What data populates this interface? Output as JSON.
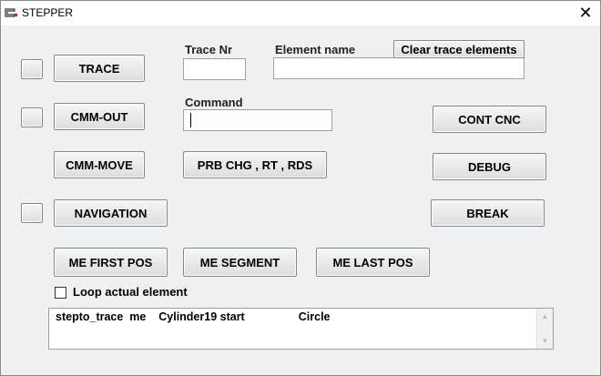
{
  "window": {
    "title": "STEPPER",
    "close_glyph": "✕"
  },
  "icons": {
    "app": "app-window-icon",
    "close": "close-icon"
  },
  "buttons": {
    "clear_trace": "Clear trace elements",
    "trace": "TRACE",
    "cmm_out": "CMM-OUT",
    "cmm_move": "CMM-MOVE",
    "prb_chg": "PRB CHG , RT , RDS",
    "navigation": "NAVIGATION",
    "cont_cnc": "CONT CNC",
    "debug": "DEBUG",
    "break": "BREAK",
    "me_first_pos": "ME FIRST POS",
    "me_segment": "ME SEGMENT",
    "me_last_pos": "ME LAST POS"
  },
  "fields": {
    "trace_nr": {
      "label": "Trace Nr",
      "value": ""
    },
    "element_name": {
      "label": "Element name",
      "value": ""
    },
    "command": {
      "label": "Command",
      "value": ""
    }
  },
  "loop_actual_element": {
    "label": "Loop actual element",
    "checked": false
  },
  "output": {
    "text": "stepto_trace  me    Cylinder19 start                 Circle"
  }
}
